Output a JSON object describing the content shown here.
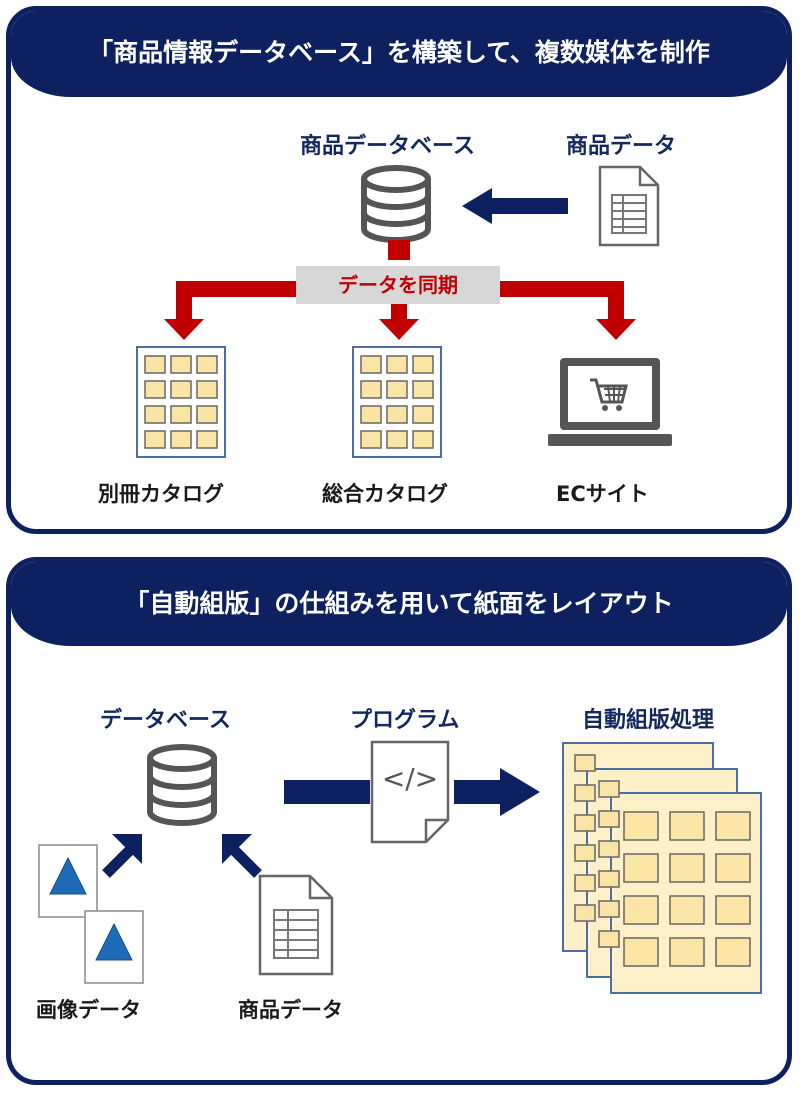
{
  "section1": {
    "title": "「商品情報データベース」を構築して、複数媒体を制作",
    "database_label": "商品データベース",
    "source_label": "商品データ",
    "sync_label": "データを同期",
    "outputs": [
      "別冊カタログ",
      "総合カタログ",
      "ECサイト"
    ]
  },
  "section2": {
    "title": "「自動組版」の仕組みを用いて紙面をレイアウト",
    "database_label": "データベース",
    "program_label": "プログラム",
    "output_label": "自動組版処理",
    "image_data_label": "画像データ",
    "product_data_label": "商品データ",
    "program_code_glyph": "</>"
  },
  "colors": {
    "navy": "#0d2160",
    "red": "#c00000",
    "cell_fill": "#fbe5a6",
    "page_fill": "#fdf0c8",
    "page_stroke": "#4e6ea3",
    "triangle": "#1f6bb8"
  }
}
